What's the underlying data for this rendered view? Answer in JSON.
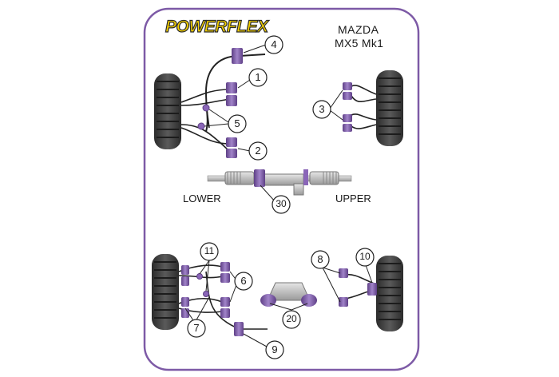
{
  "brand": {
    "logo_text": "POWERFLEX",
    "logo_fill": "#f4d000",
    "logo_outline": "#2a2a2a"
  },
  "vehicle": {
    "make": "MAZDA",
    "model": "MX5 Mk1"
  },
  "steering": {
    "lower_label": "LOWER",
    "upper_label": "UPPER"
  },
  "colors": {
    "frame": "#7d5aa6",
    "bush": "#8a66b8",
    "bush_dark": "#5e3f86",
    "tyre": "#3a3a3a",
    "line": "#222222",
    "metal": "#bdbdbd"
  },
  "callouts": [
    "4",
    "1",
    "5",
    "2",
    "3",
    "30",
    "11",
    "6",
    "7",
    "8",
    "10",
    "20",
    "9"
  ]
}
